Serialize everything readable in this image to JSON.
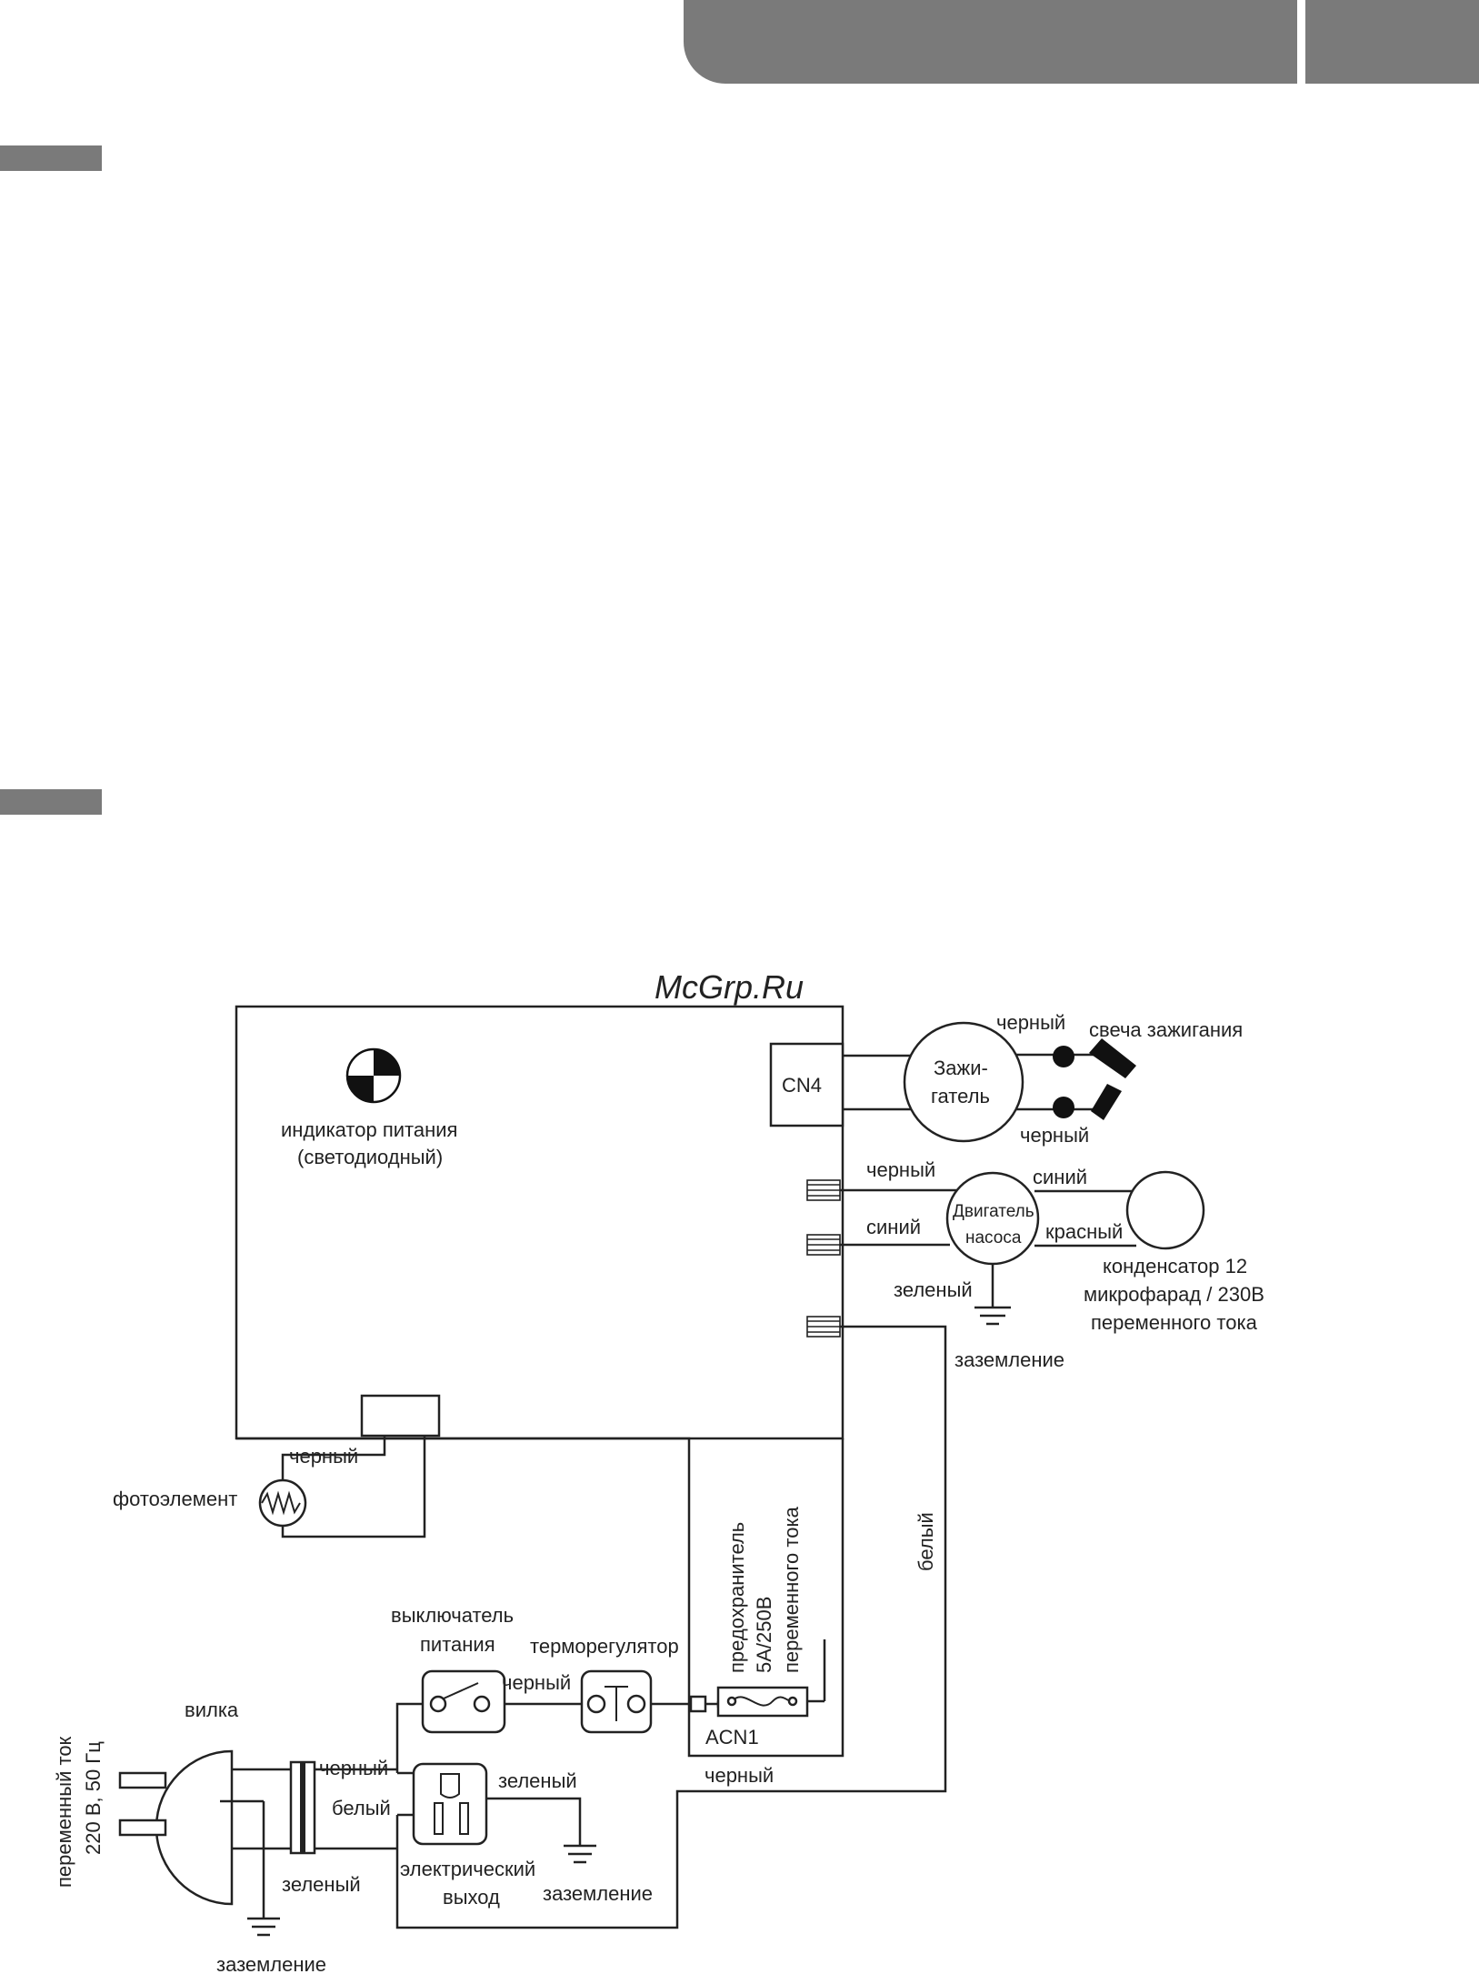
{
  "watermark": "McGrp.Ru",
  "labels": {
    "cn4": "CN4",
    "power_indicator_1": "индикатор питания",
    "power_indicator_2": "(светодиодный)",
    "ignitor_1": "Зажи-",
    "ignitor_2": "гатель",
    "black_top": "черный",
    "spark_plug": "свеча зажигания",
    "black_bottom": "черный",
    "pump_black": "черный",
    "pump_blue_left": "синий",
    "pump_motor_1": "Двигатель",
    "pump_motor_2": "насоса",
    "pump_blue_right": "синий",
    "pump_red": "красный",
    "capacitor_1": "конденсатор 12",
    "capacitor_2": "микрофарад / 230В",
    "capacitor_3": "переменного тока",
    "pump_green": "зеленый",
    "pump_ground": "заземление",
    "photo_black": "черный",
    "photocell": "фотоэлемент",
    "white_vertical": "белый",
    "fuse_1": "предохранитель",
    "fuse_2": "5А/250В",
    "fuse_3": "переменного тока",
    "acn1": "ACN1",
    "power_switch_1": "выключатель",
    "power_switch_2": "питания",
    "thermostat": "терморегулятор",
    "switch_black": "черный",
    "plug": "вилка",
    "ac_1": "переменный ток",
    "ac_2": "220 В, 50 Гц",
    "plug_black": "черный",
    "plug_white": "белый",
    "outlet_green": "зеленый",
    "outlet_1": "электрический",
    "outlet_2": "выход",
    "outlet_ground": "заземление",
    "plug_green": "зеленый",
    "plug_ground": "заземление",
    "bottom_black": "черный"
  }
}
